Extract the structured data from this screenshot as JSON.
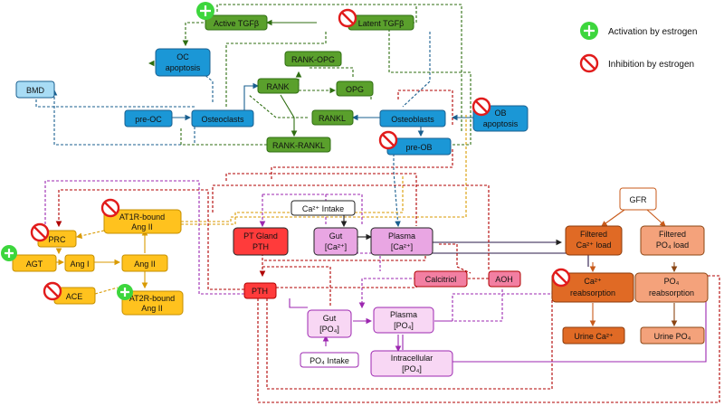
{
  "nodes": {
    "active_tgfb": "Active TGFβ",
    "latent_tgfb": "Latent TGFβ",
    "oc_apoptosis_1": "OC",
    "oc_apoptosis_2": "apoptosis",
    "rank_opg": "RANK-OPG",
    "bmd": "BMD",
    "rank": "RANK",
    "opg": "OPG",
    "pre_oc": "pre-OC",
    "osteoclasts": "Osteoclasts",
    "rankl": "RANKL",
    "osteoblasts": "Osteoblasts",
    "ob_apoptosis_1": "OB",
    "ob_apoptosis_2": "apoptosis",
    "rank_rankl": "RANK-RANKL",
    "pre_ob": "pre-OB",
    "at1r_1": "AT1R-bound",
    "at1r_2": "Ang II",
    "prc": "PRC",
    "agt": "AGT",
    "ang1": "Ang I",
    "ang2": "Ang II",
    "ace": "ACE",
    "at2r_1": "AT2R-bound",
    "at2r_2": "Ang II",
    "ca_intake": "Ca²⁺ Intake",
    "pt_gland_1": "PT Gland",
    "pt_gland_2": "PTH",
    "gut_ca_1": "Gut",
    "gut_ca_2": "[Ca²⁺]",
    "plasma_ca_1": "Plasma",
    "plasma_ca_2": "[Ca²⁺]",
    "pth": "PTH",
    "calcitriol": "Calcitriol",
    "aoh": "AOH",
    "gut_po4_1": "Gut",
    "gut_po4_2": "[PO₄]",
    "plasma_po4_1": "Plasma",
    "plasma_po4_2": "[PO₄]",
    "po4_intake": "PO₄ Intake",
    "intracellular_1": "Intracellular",
    "intracellular_2": "[PO₄]",
    "gfr": "GFR",
    "filtered_ca_1": "Filtered",
    "filtered_ca_2": "Ca²⁺ load",
    "filtered_po4_1": "Filtered",
    "filtered_po4_2": "PO₄ load",
    "ca_reab_1": "Ca²⁺",
    "ca_reab_2": "reabsorption",
    "po4_reab_1": "PO₄",
    "po4_reab_2": "reabsorption",
    "urine_ca": "Urine Ca²⁺",
    "urine_po4": "Urine PO₄"
  },
  "legend": {
    "activation": "Activation by estrogen",
    "inhibition": "Inhibition by estrogen"
  },
  "colors": {
    "green_fill": "#5aa02c",
    "blue_fill": "#1b97d6",
    "light_blue_fill": "#a8dcf5",
    "yellow_fill": "#ffc21e",
    "pink_fill": "#e9a6e3",
    "light_pink_fill": "#f8d7f4",
    "red_fill": "#ff3b3b",
    "rose_fill": "#f27fa2",
    "orange_fill": "#e06a25",
    "light_orange_fill": "#f4a27b",
    "activation_icon": "#3dd63d",
    "inhibition_icon": "#e11b1b"
  }
}
